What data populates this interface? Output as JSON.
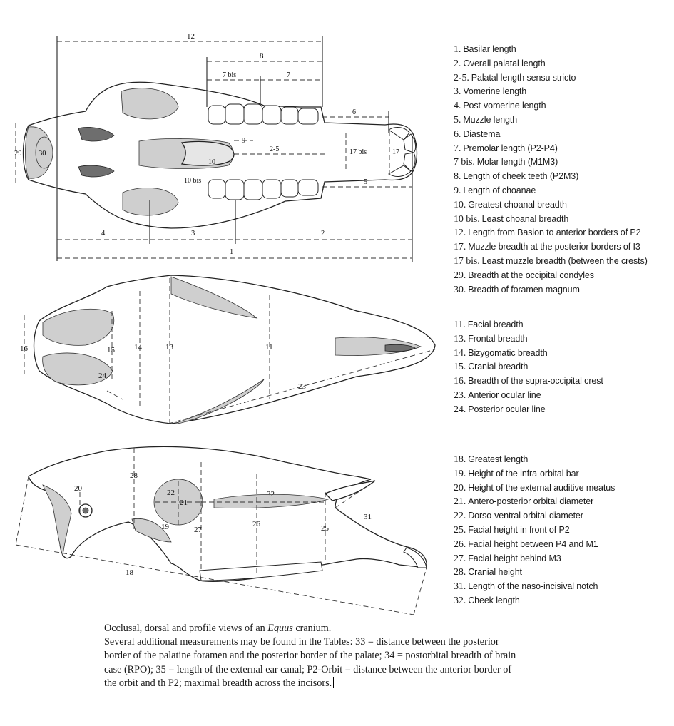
{
  "figure": {
    "occlusal_labels": [
      "12",
      "8",
      "7 bis",
      "7",
      "6",
      "9",
      "2-5",
      "17 bis",
      "17",
      "29",
      "30",
      "10",
      "10 bis",
      "5",
      "4",
      "3",
      "2",
      "1"
    ],
    "dorsal_labels": [
      "16",
      "15",
      "14",
      "13",
      "11",
      "24",
      "23"
    ],
    "profile_labels": [
      "28",
      "20",
      "22",
      "21",
      "32",
      "19",
      "27",
      "26",
      "25",
      "31",
      "18"
    ]
  },
  "legend": {
    "occlusal": [
      {
        "num": "1.",
        "text": "Basilar length"
      },
      {
        "num": "2.",
        "text": "Overall palatal length"
      },
      {
        "num": "2-5.",
        "text": "Palatal length sensu stricto"
      },
      {
        "num": "3.",
        "text": "Vomerine length"
      },
      {
        "num": "4.",
        "text": "Post-vomerine length"
      },
      {
        "num": "5.",
        "text": "Muzzle length"
      },
      {
        "num": "6.",
        "text": "Diastema"
      },
      {
        "num": "7.",
        "text": "Premolar length (P2-P4)"
      },
      {
        "num": "7 bis.",
        "text": "Molar length (M1M3)"
      },
      {
        "num": "8.",
        "text": "Length of cheek teeth (P2M3)"
      },
      {
        "num": "9.",
        "text": "Length of choanae"
      },
      {
        "num": "10.",
        "text": "Greatest choanal breadth"
      },
      {
        "num": "10 bis.",
        "text": "Least choanal breadth"
      },
      {
        "num": "12.",
        "text": "Length from Basion to anterior borders of P2"
      },
      {
        "num": "17.",
        "text": "Muzzle breadth at the posterior borders of I3"
      },
      {
        "num": "17 bis.",
        "text": "Least muzzle breadth (between the crests)"
      },
      {
        "num": "29.",
        "text": "Breadth at the occipital condyles"
      },
      {
        "num": "30.",
        "text": "Breadth of foramen magnum"
      }
    ],
    "dorsal": [
      {
        "num": "11.",
        "text": "Facial breadth"
      },
      {
        "num": "13.",
        "text": "Frontal breadth"
      },
      {
        "num": "14.",
        "text": "Bizygomatic breadth"
      },
      {
        "num": "15.",
        "text": "Cranial breadth"
      },
      {
        "num": "16.",
        "text": "Breadth of the supra-occipital crest"
      },
      {
        "num": "23.",
        "text": "Anterior ocular line"
      },
      {
        "num": "24.",
        "text": "Posterior ocular line"
      }
    ],
    "profile": [
      {
        "num": "18.",
        "text": "Greatest length"
      },
      {
        "num": "19.",
        "text": "Height of the infra-orbital bar"
      },
      {
        "num": "20.",
        "text": "Height of the external auditive meatus"
      },
      {
        "num": "21.",
        "text": "Antero-posterior orbital diameter"
      },
      {
        "num": "22.",
        "text": "Dorso-ventral orbital diameter"
      },
      {
        "num": "25.",
        "text": "Facial height in front of P2"
      },
      {
        "num": "26.",
        "text": "Facial height between P4 and M1"
      },
      {
        "num": "27.",
        "text": "Facial height behind M3"
      },
      {
        "num": "28.",
        "text": "Cranial height"
      },
      {
        "num": "31.",
        "text": "Length of the naso-incisival notch"
      },
      {
        "num": "32.",
        "text": "Cheek length"
      }
    ]
  },
  "caption": {
    "line1_pre": "Occlusal, dorsal and profile views of an ",
    "line1_italic": "Equus",
    "line1_post": " cranium.",
    "body": "Several additional measurements may be found in the Tables: 33 = distance between the posterior border of the palatine foramen and the posterior border of the palate; 34 = postorbital breadth of brain case (RPO); 35 = length of the external ear canal; P2-Orbit = distance between the anterior border of the orbit and th P2; maximal breadth across the incisors."
  }
}
